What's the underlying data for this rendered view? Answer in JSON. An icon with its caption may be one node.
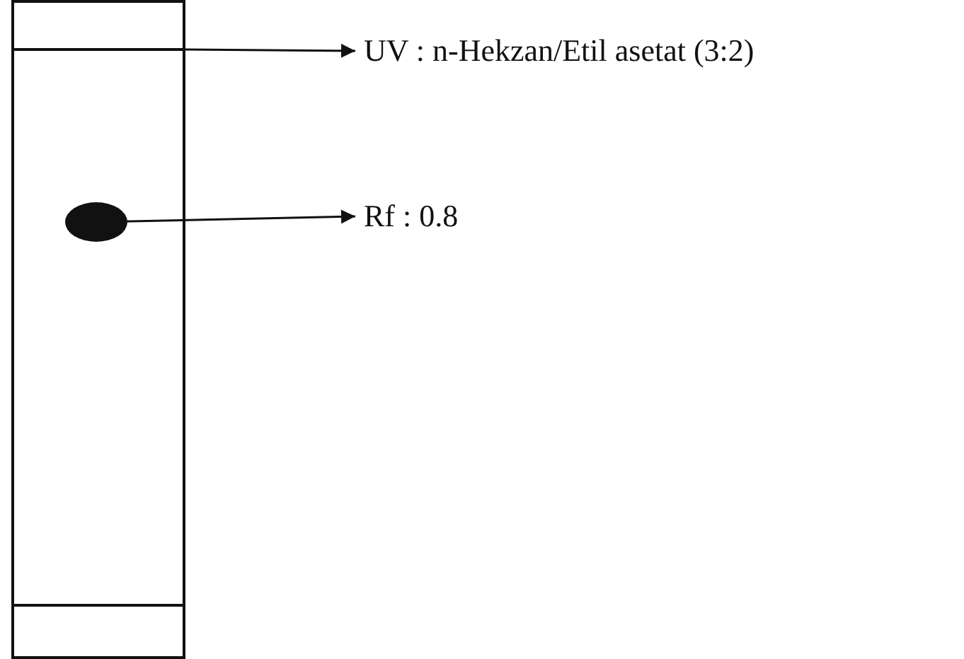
{
  "diagram": {
    "nodes": [
      {
        "text": [],
        "shape": "box"
      },
      {
        "text": [],
        "shape": "line",
        "in": 0
      },
      {
        "text": [],
        "shape": "ellipse",
        "in": 0
      },
      {
        "text": [
          "UV : n-Hekzan/Etil asetat (3:2)"
        ]
      },
      {
        "text": [
          "Rf : 0.8"
        ]
      }
    ],
    "edges": [
      {
        "from": 1,
        "to": 3,
        "arrow": "to"
      },
      {
        "from": 2,
        "to": 4,
        "arrow": "to"
      }
    ]
  }
}
